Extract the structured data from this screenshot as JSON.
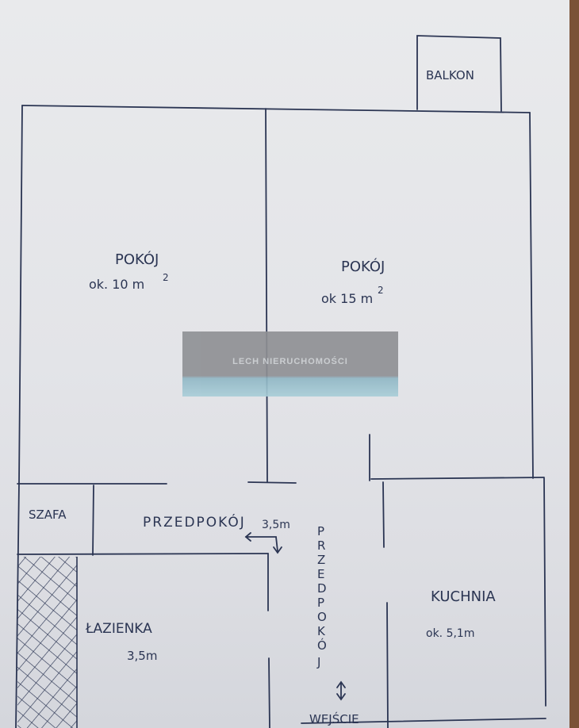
{
  "plan": {
    "balcony": "BALKON",
    "room1": {
      "name": "POKÓJ",
      "area": "ok. 10 m",
      "sup": "2"
    },
    "room2": {
      "name": "POKÓJ",
      "area": "ok 15 m",
      "sup": "2"
    },
    "wardrobe": "SZAFA",
    "hall": {
      "name": "PRZEDPOKÓJ",
      "area": "3,5m"
    },
    "hall_vertical": [
      "P",
      "R",
      "Z",
      "E",
      "D",
      "P",
      "O",
      "K",
      "Ó",
      "J"
    ],
    "kitchen": {
      "name": "KUCHNIA",
      "area": "ok. 5,1m"
    },
    "bathroom": {
      "name": "ŁAZIENKA",
      "area": "3,5m"
    },
    "entrance": "WEJŚCIE"
  },
  "watermark": "LECH NIERUCHOMOŚCI",
  "colors": {
    "ink": "#2b3553",
    "paper": "#e6e7ea",
    "wood": "#7a5237"
  }
}
